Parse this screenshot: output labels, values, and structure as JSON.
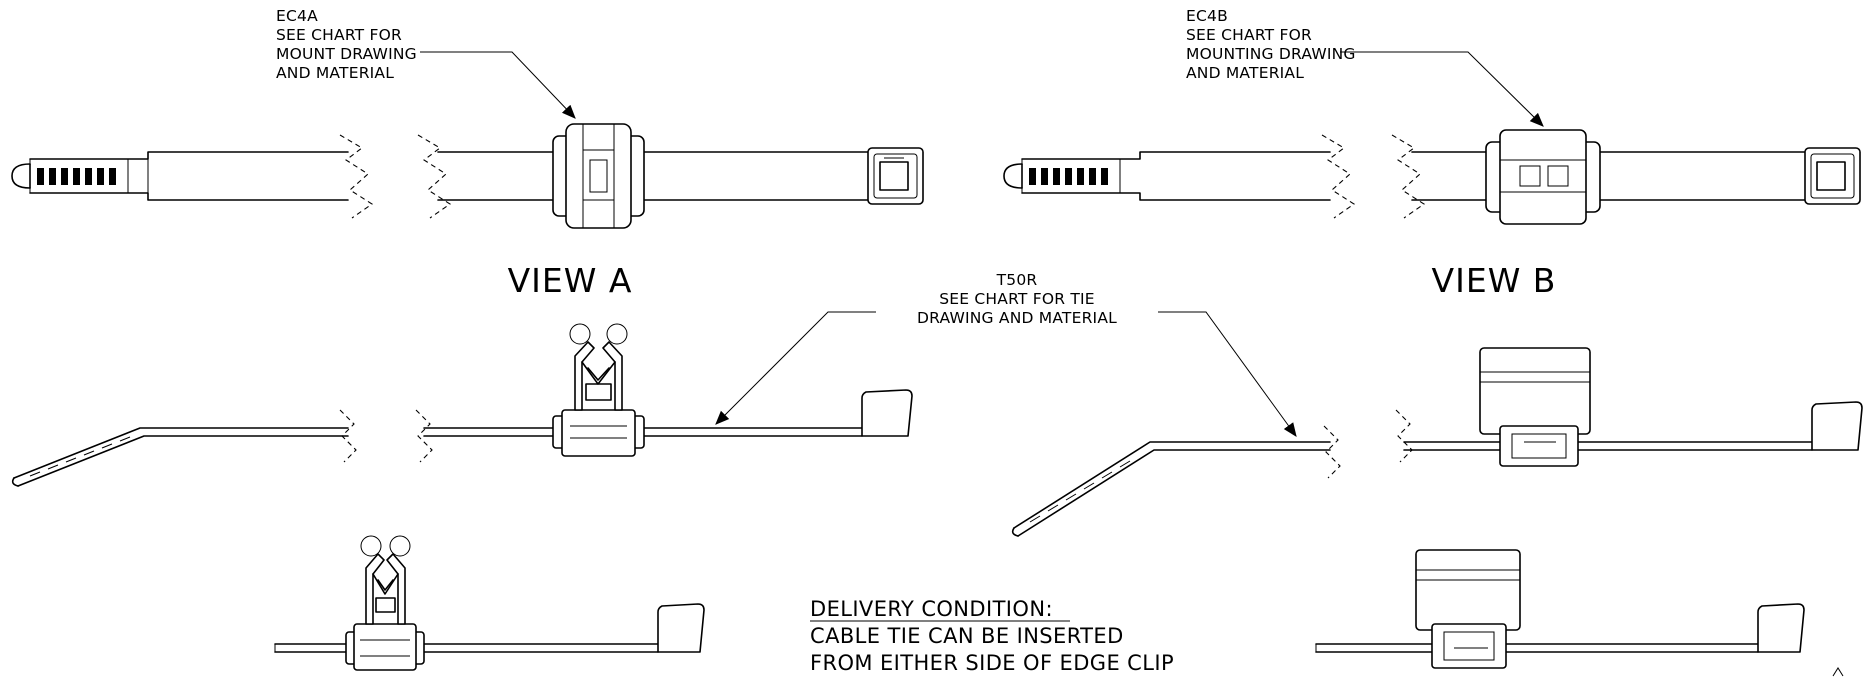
{
  "callouts": {
    "ec4a": {
      "lines": [
        "EC4A",
        "SEE  CHART FOR",
        "MOUNT DRAWING",
        "AND MATERIAL"
      ]
    },
    "ec4b": {
      "lines": [
        "EC4B",
        "SEE CHART FOR",
        "MOUNTING DRAWING",
        "AND MATERIAL"
      ]
    },
    "t50r": {
      "lines": [
        "T50R",
        "SEE CHART FOR TIE",
        "DRAWING AND MATERIAL"
      ]
    }
  },
  "views": {
    "a": "VIEW A",
    "b": "VIEW B"
  },
  "delivery": {
    "heading": "DELIVERY CONDITION:",
    "lines": [
      "CABLE TIE CAN BE INSERTED",
      "FROM EITHER SIDE OF EDGE CLIP"
    ]
  }
}
